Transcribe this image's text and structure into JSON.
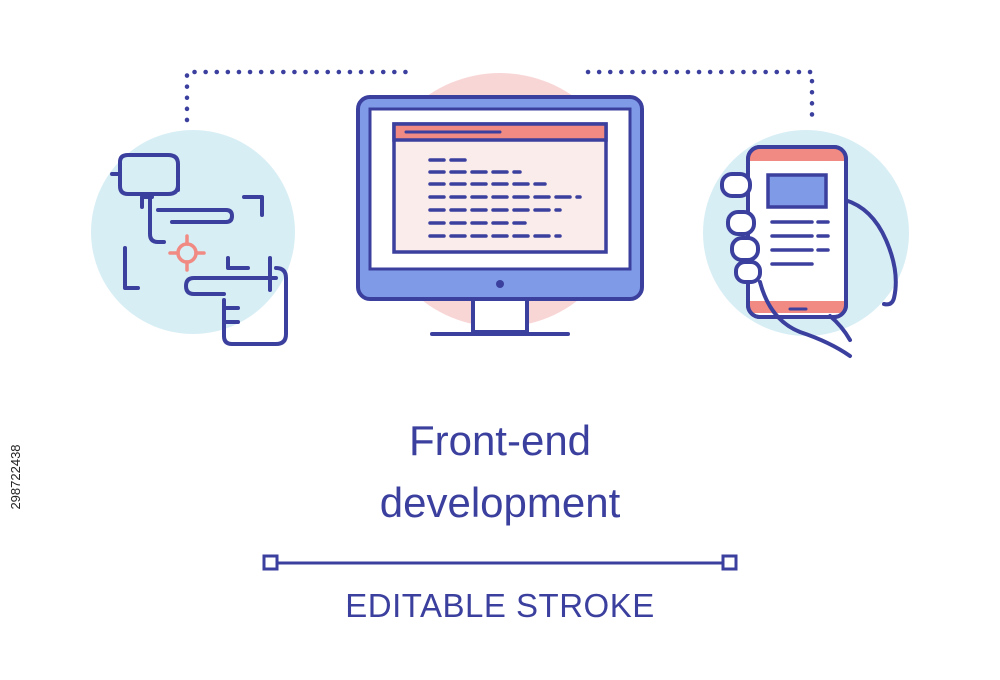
{
  "title": {
    "line1": "Front-end",
    "line2": "development"
  },
  "caption": "EDITABLE STROKE",
  "stock_id": "298722438",
  "icons": [
    "framing-hands-icon",
    "desktop-code-icon",
    "smartphone-in-hand-icon"
  ],
  "colors": {
    "stroke": "#3b3f9e",
    "accent_red": "#f08a82",
    "blob_blue": "#d8eef5",
    "blob_pink": "#f9d6d6",
    "screen_blue": "#7f9be8",
    "screen_fill": "#fbecec"
  }
}
